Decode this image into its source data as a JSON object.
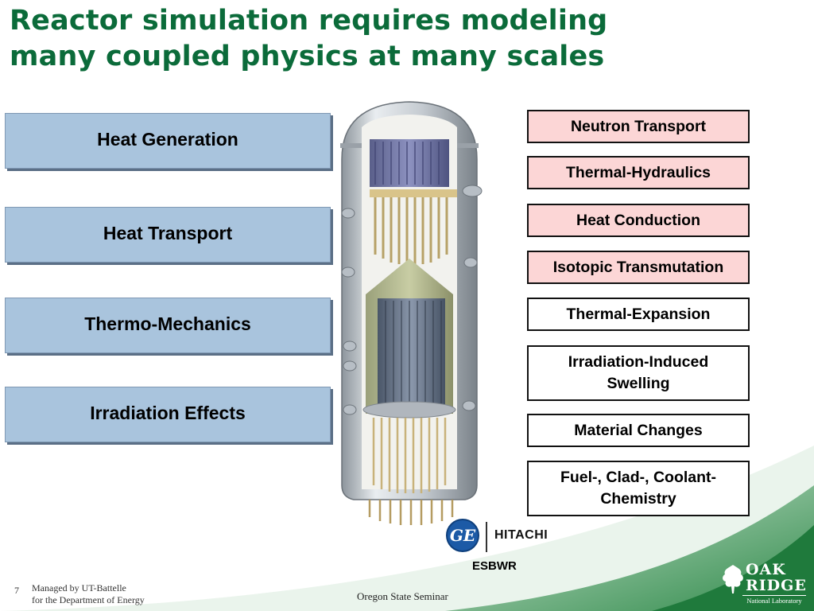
{
  "title": {
    "line1": "Reactor simulation requires modeling",
    "line2": "many coupled physics at many scales"
  },
  "left_boxes": [
    {
      "label": "Heat Generation"
    },
    {
      "label": "Heat Transport"
    },
    {
      "label": "Thermo-Mechanics"
    },
    {
      "label": "Irradiation Effects"
    }
  ],
  "right_boxes": [
    {
      "label": "Neutron Transport",
      "highlight": true
    },
    {
      "label": "Thermal-Hydraulics",
      "highlight": true
    },
    {
      "label": "Heat Conduction",
      "highlight": true
    },
    {
      "label": "Isotopic Transmutation",
      "highlight": true
    },
    {
      "label": "Thermal-Expansion",
      "highlight": false
    },
    {
      "label": "Irradiation-Induced Swelling",
      "highlight": false
    },
    {
      "label": "Material Changes",
      "highlight": false
    },
    {
      "label": "Fuel-, Clad-, Coolant-Chemistry",
      "highlight": false
    }
  ],
  "logos": {
    "ge": "GE",
    "hitachi": "HITACHI",
    "caption": "ESBWR"
  },
  "footer": {
    "page_number": "7",
    "managed_line1": "Managed by UT-Battelle",
    "managed_line2": "for the Department of Energy",
    "center": "Oregon State Seminar",
    "ornl_oak": "OAK",
    "ornl_ridge": "RIDGE",
    "ornl_sub": "National Laboratory"
  },
  "colors": {
    "title": "#0b6b3a",
    "left_box_fill": "#a9c4dd",
    "right_box_highlight": "#fcd6d6",
    "footer_green": "#2f8a4a"
  }
}
